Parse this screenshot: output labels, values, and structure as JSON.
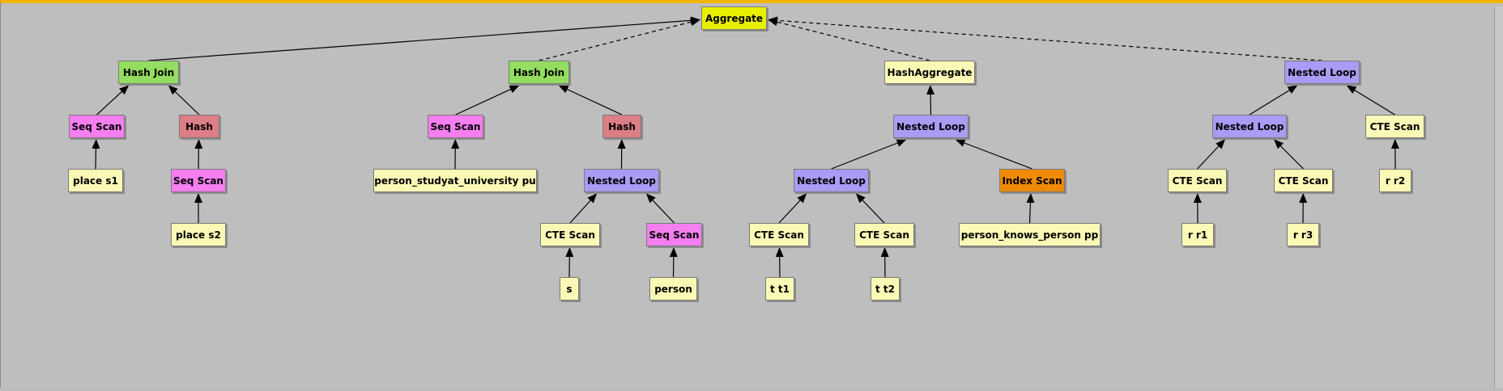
{
  "colors": {
    "root": "#e8f000",
    "join": "#94dd60",
    "seqscan": "#f57ef0",
    "hash": "#dc7e86",
    "leaf": "#fafab6",
    "nestedloop": "#a89cf4",
    "indexscan": "#ee8a04"
  },
  "diagram": {
    "nodes": [
      {
        "id": "aggregate",
        "label": "Aggregate",
        "kind": "root"
      },
      {
        "id": "hj1",
        "label": "Hash Join",
        "kind": "join"
      },
      {
        "id": "hj2",
        "label": "Hash Join",
        "kind": "join"
      },
      {
        "id": "hashagg",
        "label": "HashAggregate",
        "kind": "leaf"
      },
      {
        "id": "nl_right",
        "label": "Nested Loop",
        "kind": "nestedloop"
      },
      {
        "id": "seqscan1",
        "label": "Seq Scan",
        "kind": "seqscan"
      },
      {
        "id": "hash1",
        "label": "Hash",
        "kind": "hash"
      },
      {
        "id": "seqscan3",
        "label": "Seq Scan",
        "kind": "seqscan"
      },
      {
        "id": "hash2",
        "label": "Hash",
        "kind": "hash"
      },
      {
        "id": "nl_mid",
        "label": "Nested Loop",
        "kind": "nestedloop"
      },
      {
        "id": "nl_r2",
        "label": "Nested Loop",
        "kind": "nestedloop"
      },
      {
        "id": "cte_r2",
        "label": "CTE Scan",
        "kind": "leaf"
      },
      {
        "id": "place_s1",
        "label": "place s1",
        "kind": "leaf"
      },
      {
        "id": "seqscan2",
        "label": "Seq Scan",
        "kind": "seqscan"
      },
      {
        "id": "psu",
        "label": "person_studyat_university pu",
        "kind": "leaf"
      },
      {
        "id": "nl_hash2",
        "label": "Nested Loop",
        "kind": "nestedloop"
      },
      {
        "id": "nl_mid2",
        "label": "Nested Loop",
        "kind": "nestedloop"
      },
      {
        "id": "indexscan",
        "label": "Index Scan",
        "kind": "indexscan"
      },
      {
        "id": "cte_r1",
        "label": "CTE Scan",
        "kind": "leaf"
      },
      {
        "id": "cte_r3",
        "label": "CTE Scan",
        "kind": "leaf"
      },
      {
        "id": "r_r2",
        "label": "r r2",
        "kind": "leaf"
      },
      {
        "id": "place_s2",
        "label": "place s2",
        "kind": "leaf"
      },
      {
        "id": "cte_s",
        "label": "CTE Scan",
        "kind": "leaf"
      },
      {
        "id": "seqscan4",
        "label": "Seq Scan",
        "kind": "seqscan"
      },
      {
        "id": "cte_t1",
        "label": "CTE Scan",
        "kind": "leaf"
      },
      {
        "id": "cte_t2",
        "label": "CTE Scan",
        "kind": "leaf"
      },
      {
        "id": "pkp",
        "label": "person_knows_person pp",
        "kind": "leaf"
      },
      {
        "id": "r_r1",
        "label": "r r1",
        "kind": "leaf"
      },
      {
        "id": "r_r3",
        "label": "r r3",
        "kind": "leaf"
      },
      {
        "id": "s",
        "label": "s",
        "kind": "leaf"
      },
      {
        "id": "person",
        "label": "person",
        "kind": "leaf"
      },
      {
        "id": "t_t1",
        "label": "t t1",
        "kind": "leaf"
      },
      {
        "id": "t_t2",
        "label": "t t2",
        "kind": "leaf"
      }
    ],
    "edges": [
      {
        "from": "hj1",
        "to": "aggregate",
        "style": "solid"
      },
      {
        "from": "hj2",
        "to": "aggregate",
        "style": "dashed"
      },
      {
        "from": "hashagg",
        "to": "aggregate",
        "style": "dashed"
      },
      {
        "from": "nl_right",
        "to": "aggregate",
        "style": "dashed"
      },
      {
        "from": "seqscan1",
        "to": "hj1",
        "style": "solid"
      },
      {
        "from": "hash1",
        "to": "hj1",
        "style": "solid"
      },
      {
        "from": "place_s1",
        "to": "seqscan1",
        "style": "solid"
      },
      {
        "from": "seqscan2",
        "to": "hash1",
        "style": "solid"
      },
      {
        "from": "place_s2",
        "to": "seqscan2",
        "style": "solid"
      },
      {
        "from": "seqscan3",
        "to": "hj2",
        "style": "solid"
      },
      {
        "from": "hash2",
        "to": "hj2",
        "style": "solid"
      },
      {
        "from": "psu",
        "to": "seqscan3",
        "style": "solid"
      },
      {
        "from": "nl_hash2",
        "to": "hash2",
        "style": "solid"
      },
      {
        "from": "cte_s",
        "to": "nl_hash2",
        "style": "solid"
      },
      {
        "from": "seqscan4",
        "to": "nl_hash2",
        "style": "solid"
      },
      {
        "from": "s",
        "to": "cte_s",
        "style": "solid"
      },
      {
        "from": "person",
        "to": "seqscan4",
        "style": "solid"
      },
      {
        "from": "nl_mid",
        "to": "hashagg",
        "style": "solid"
      },
      {
        "from": "nl_mid2",
        "to": "nl_mid",
        "style": "solid"
      },
      {
        "from": "indexscan",
        "to": "nl_mid",
        "style": "solid"
      },
      {
        "from": "cte_t1",
        "to": "nl_mid2",
        "style": "solid"
      },
      {
        "from": "cte_t2",
        "to": "nl_mid2",
        "style": "solid"
      },
      {
        "from": "t_t1",
        "to": "cte_t1",
        "style": "solid"
      },
      {
        "from": "t_t2",
        "to": "cte_t2",
        "style": "solid"
      },
      {
        "from": "pkp",
        "to": "indexscan",
        "style": "solid"
      },
      {
        "from": "nl_r2",
        "to": "nl_right",
        "style": "solid"
      },
      {
        "from": "cte_r2",
        "to": "nl_right",
        "style": "solid"
      },
      {
        "from": "cte_r1",
        "to": "nl_r2",
        "style": "solid"
      },
      {
        "from": "cte_r3",
        "to": "nl_r2",
        "style": "solid"
      },
      {
        "from": "r_r1",
        "to": "cte_r1",
        "style": "solid"
      },
      {
        "from": "r_r3",
        "to": "cte_r3",
        "style": "solid"
      },
      {
        "from": "r_r2",
        "to": "cte_r2",
        "style": "solid"
      }
    ]
  }
}
